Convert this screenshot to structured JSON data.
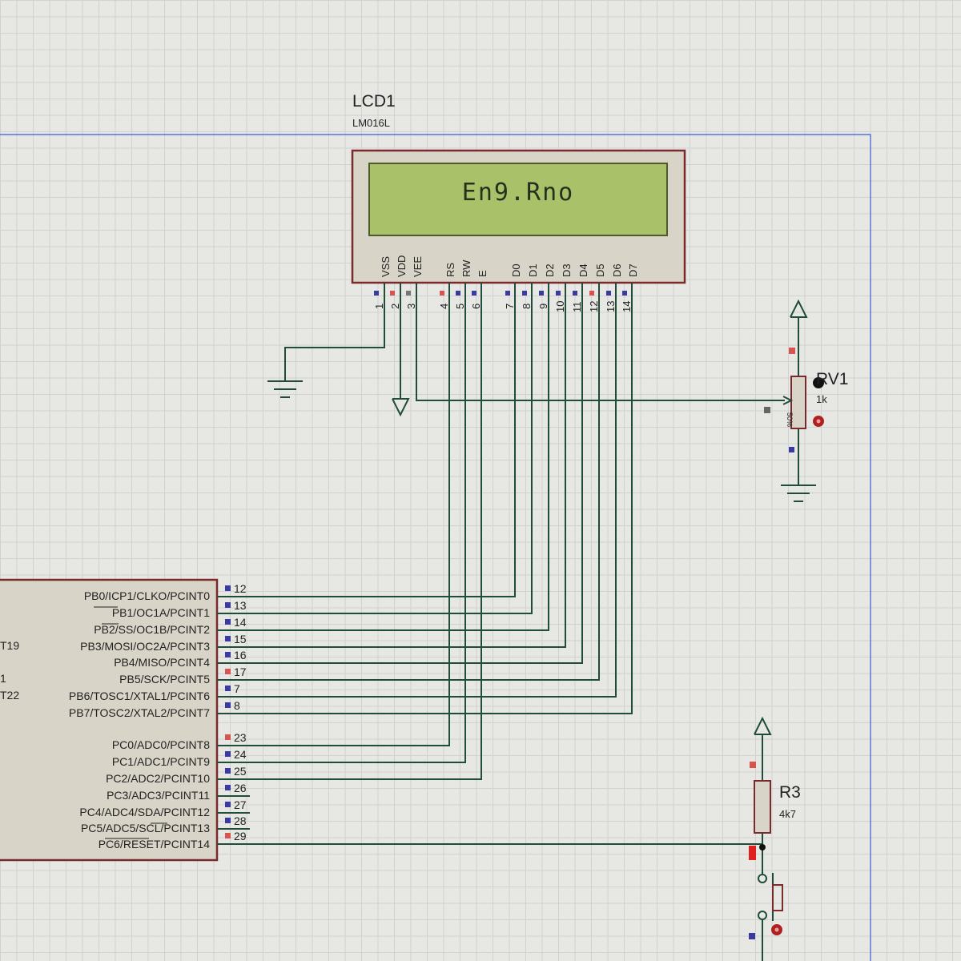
{
  "lcd": {
    "ref": "LCD1",
    "model": "LM016L",
    "display_text": "En9.Rno",
    "pins": [
      {
        "name": "VSS",
        "num": "1"
      },
      {
        "name": "VDD",
        "num": "2"
      },
      {
        "name": "VEE",
        "num": "3"
      },
      {
        "name": "RS",
        "num": "4"
      },
      {
        "name": "RW",
        "num": "5"
      },
      {
        "name": "E",
        "num": "6"
      },
      {
        "name": "D0",
        "num": "7"
      },
      {
        "name": "D1",
        "num": "8"
      },
      {
        "name": "D2",
        "num": "9"
      },
      {
        "name": "D3",
        "num": "10"
      },
      {
        "name": "D4",
        "num": "11"
      },
      {
        "name": "D5",
        "num": "12"
      },
      {
        "name": "D6",
        "num": "13"
      },
      {
        "name": "D7",
        "num": "14"
      }
    ]
  },
  "pot": {
    "ref": "RV1",
    "value": "1k",
    "marking": "50%"
  },
  "resistor": {
    "ref": "R3",
    "value": "4k7"
  },
  "mcu": {
    "pins": [
      {
        "label": "PB0/ICP1/CLKO/PCINT0",
        "num": "12"
      },
      {
        "label": "PB1/OC1A/PCINT1",
        "num": "13"
      },
      {
        "label": "PB2/SS/OC1B/PCINT2",
        "num": "14"
      },
      {
        "label": "PB3/MOSI/OC2A/PCINT3",
        "num": "15"
      },
      {
        "label": "PB4/MISO/PCINT4",
        "num": "16"
      },
      {
        "label": "PB5/SCK/PCINT5",
        "num": "17"
      },
      {
        "label": "PB6/TOSC1/XTAL1/PCINT6",
        "num": "7"
      },
      {
        "label": "PB7/TOSC2/XTAL2/PCINT7",
        "num": "8"
      },
      {
        "label": "PC0/ADC0/PCINT8",
        "num": "23"
      },
      {
        "label": "PC1/ADC1/PCINT9",
        "num": "24"
      },
      {
        "label": "PC2/ADC2/PCINT10",
        "num": "25"
      },
      {
        "label": "PC3/ADC3/PCINT11",
        "num": "26"
      },
      {
        "label": "PC4/ADC4/SDA/PCINT12",
        "num": "27"
      },
      {
        "label": "PC5/ADC5/SCL/PCINT13",
        "num": "28"
      },
      {
        "label": "PC6/RESET/PCINT14",
        "num": "29"
      }
    ],
    "left_edge_fragments": [
      "T19",
      "1",
      "T22"
    ]
  },
  "colors": {
    "wire": "#1f4d3a",
    "component_border": "#7a2a2a",
    "component_fill": "#d9d4c8",
    "lcd_screen": "#a9c26a",
    "pin_red": "#d9534f",
    "pin_blue": "#3a3aa0",
    "sheet_border": "#3b5bd6"
  }
}
